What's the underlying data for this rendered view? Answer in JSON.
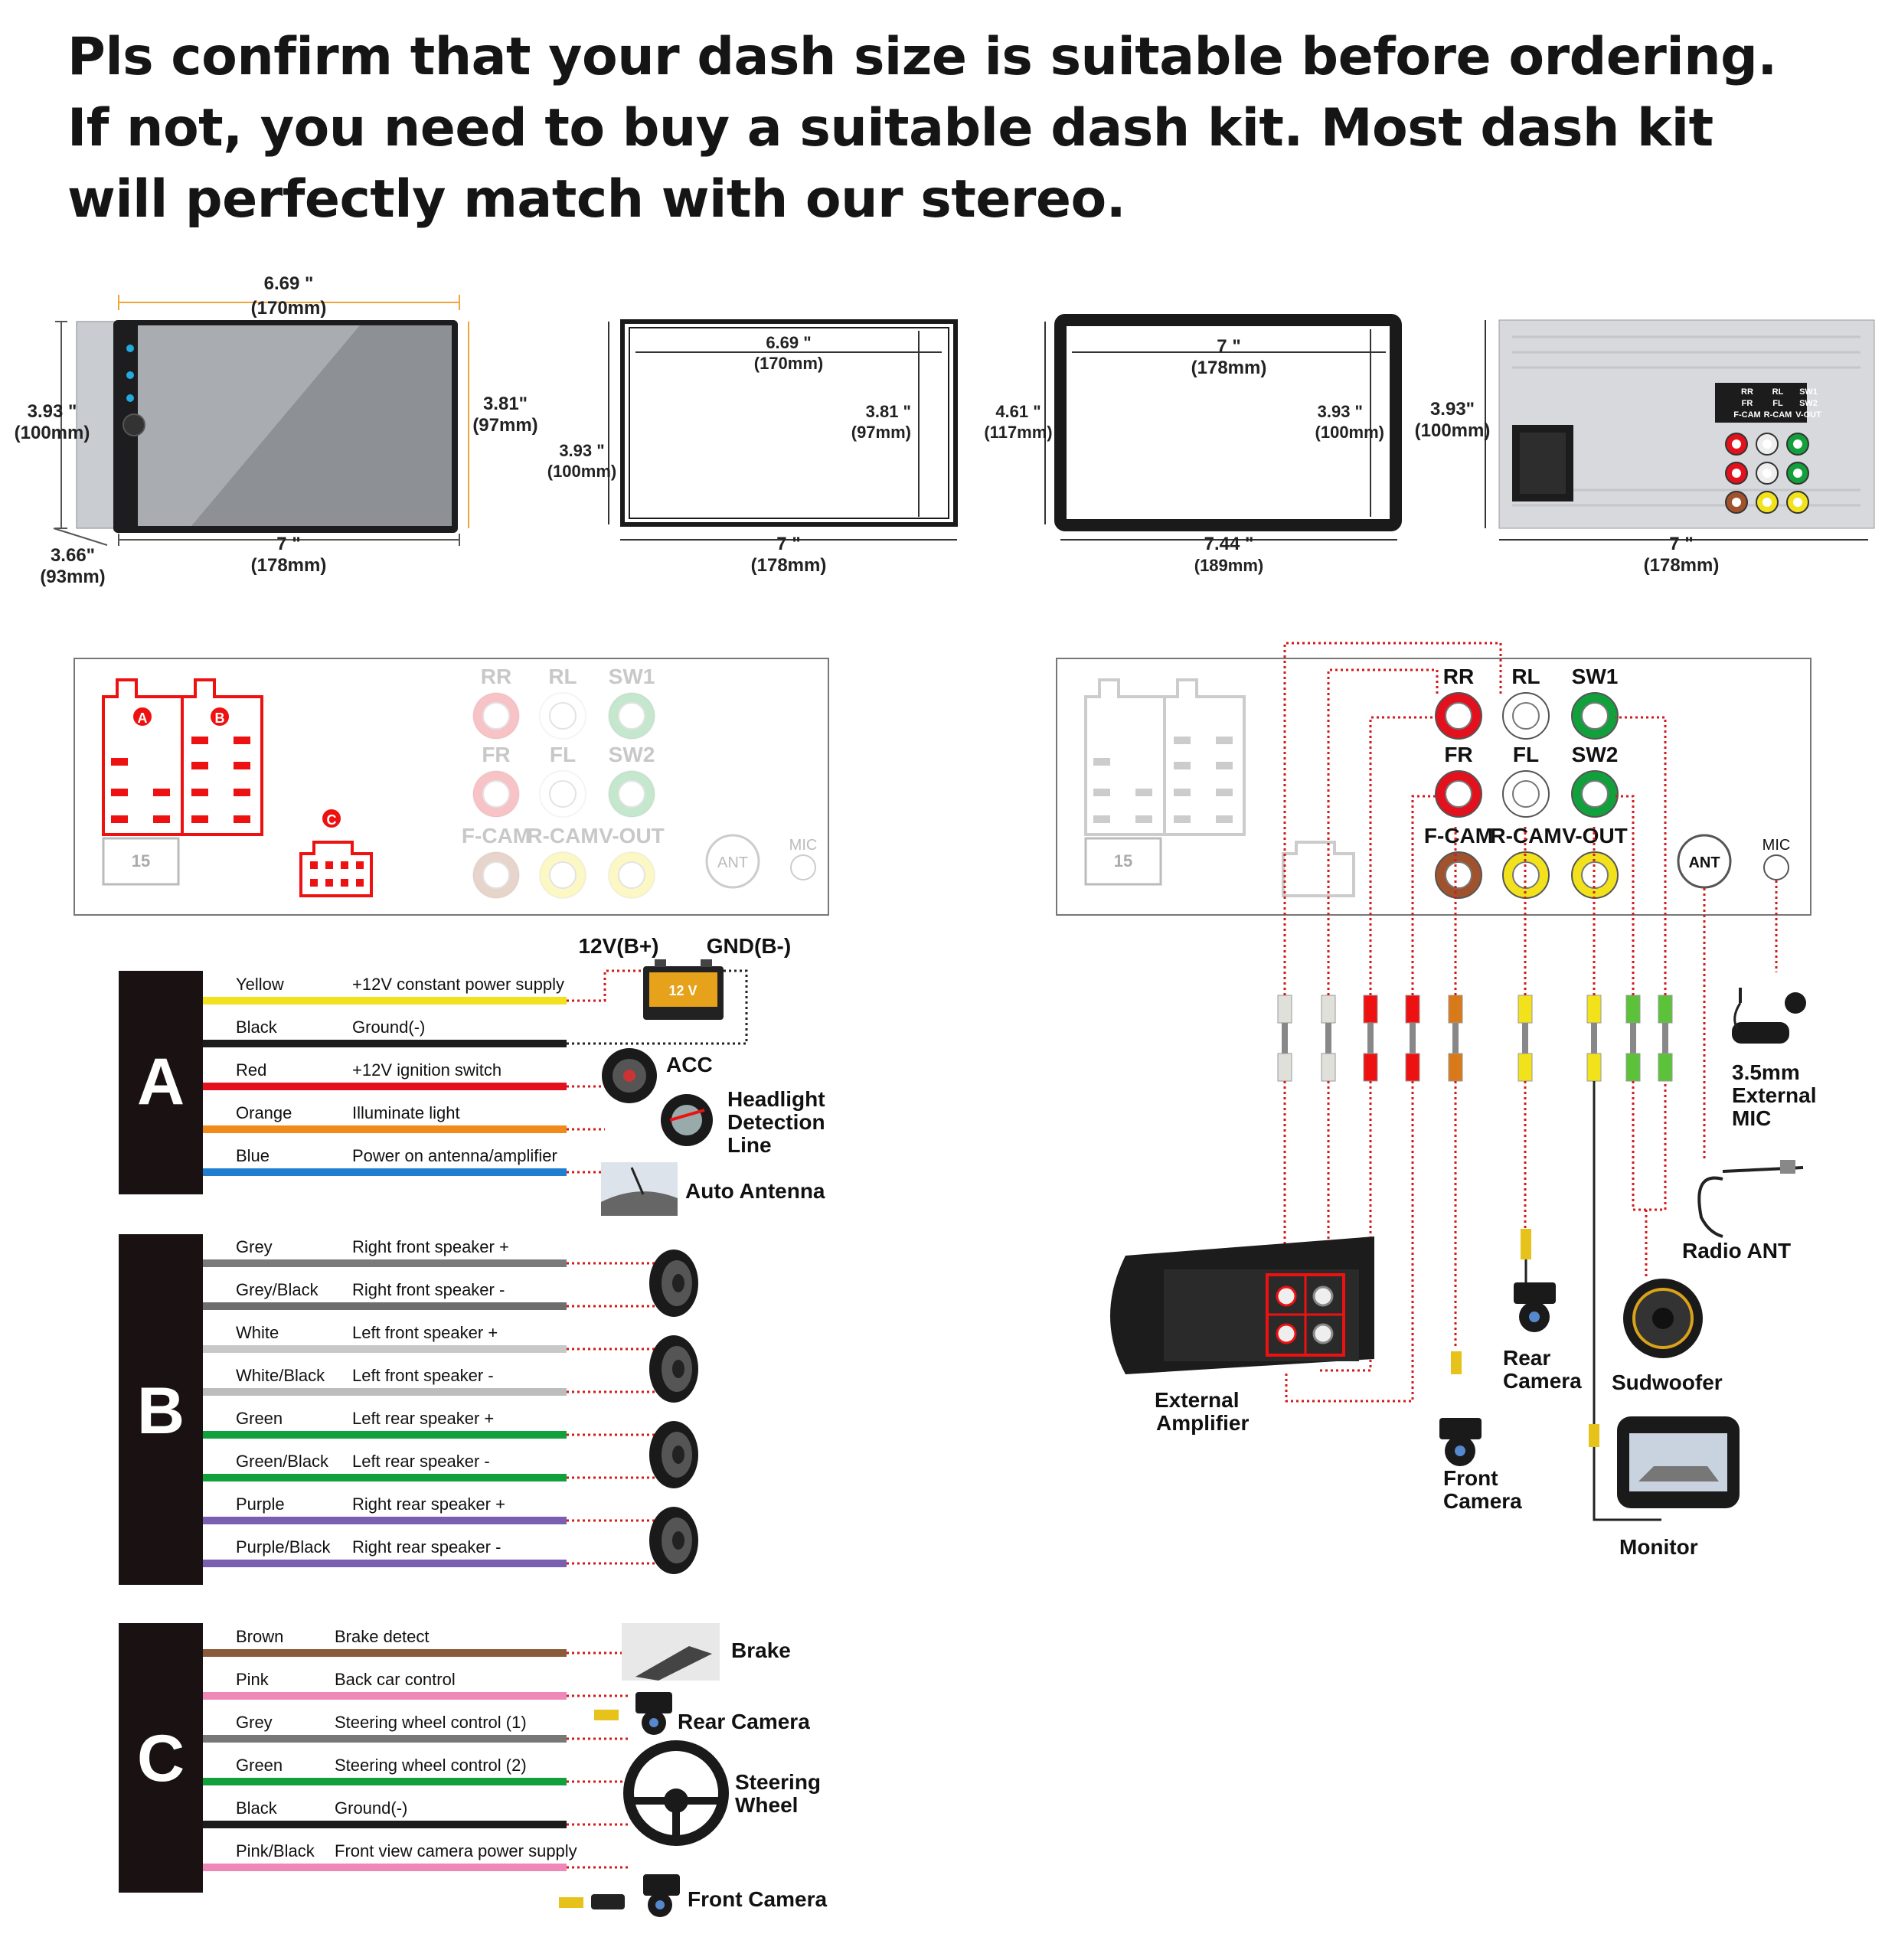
{
  "headline": "Pls confirm that your dash size is suitable before ordering. If not, you need to buy a suitable dash kit. Most dash kit will perfectly match with our stereo.",
  "dimensions": {
    "stereo": {
      "width_in": "6.69 \"",
      "width_mm": "(170mm)",
      "height_in": "3.93 \"",
      "height_mm": "(100mm)",
      "screen_h_in": "3.81\"",
      "screen_h_mm": "(97mm)",
      "bottom_in": "7 \"",
      "bottom_mm": "(178mm)",
      "depth_in": "3.66\"",
      "depth_mm": "(93mm)"
    },
    "frame1": {
      "inner_w_in": "6.69 \"",
      "inner_w_mm": "(170mm)",
      "inner_h_in": "3.81 \"",
      "inner_h_mm": "(97mm)",
      "outer_h_in": "3.93 \"",
      "outer_h_mm": "(100mm)",
      "outer_w_in": "7 \"",
      "outer_w_mm": "(178mm)"
    },
    "frame2": {
      "inner_w_in": "7 \"",
      "inner_w_mm": "(178mm)",
      "inner_h_in": "3.93 \"",
      "inner_h_mm": "(100mm)",
      "outer_h_in": "4.61 \"",
      "outer_h_mm": "(117mm)",
      "outer_w_in": "7.44 \"",
      "outer_w_mm": "(189mm)"
    },
    "back": {
      "height_in": "3.93\"",
      "height_mm": "(100mm)",
      "width_in": "7 \"",
      "width_mm": "(178mm)",
      "table": [
        "RR",
        "RL",
        "SW1",
        "FR",
        "FL",
        "SW2",
        "F-CAM",
        "R-CAM",
        "V-OUT"
      ]
    }
  },
  "panel": {
    "connector_a": "A",
    "connector_b": "B",
    "connector_c": "C",
    "fuse": "15",
    "rca_rows": [
      [
        "RR",
        "RL",
        "SW1"
      ],
      [
        "FR",
        "FL",
        "SW2"
      ],
      [
        "F-CAM",
        "R-CAM",
        "V-OUT"
      ]
    ],
    "ant": "ANT",
    "mic": "MIC"
  },
  "harness_a": {
    "letter": "A",
    "battery_pos": "12V(B+)",
    "battery_neg": "GND(B-)",
    "battery_label": "12 V",
    "wires": [
      {
        "color": "Yellow",
        "function": "+12V constant power supply",
        "hex": "#f2e21b"
      },
      {
        "color": "Black",
        "function": "Ground(-)",
        "hex": "#1c1c1c"
      },
      {
        "color": "Red",
        "function": "+12V ignition switch",
        "hex": "#e3101d"
      },
      {
        "color": "Orange",
        "function": "Illuminate light",
        "hex": "#f08a1a"
      },
      {
        "color": "Blue",
        "function": "Power on antenna/amplifier",
        "hex": "#1e7fd0"
      }
    ],
    "devices": [
      "ACC",
      "Headlight",
      "Detection",
      "Line",
      "Auto Antenna"
    ]
  },
  "harness_b": {
    "letter": "B",
    "wires": [
      {
        "color": "Grey",
        "function": "Right front speaker +",
        "hex": "#7a7a7a"
      },
      {
        "color": "Grey/Black",
        "function": "Right front speaker -",
        "hex": "#6d6d6d"
      },
      {
        "color": "White",
        "function": "Left front speaker +",
        "hex": "#c8c8c8"
      },
      {
        "color": "White/Black",
        "function": "Left front speaker -",
        "hex": "#bdbdbd"
      },
      {
        "color": "Green",
        "function": "Left rear speaker +",
        "hex": "#12a03c"
      },
      {
        "color": "Green/Black",
        "function": "Left rear speaker -",
        "hex": "#12a03c"
      },
      {
        "color": "Purple",
        "function": "Right rear speaker +",
        "hex": "#7a5fb0"
      },
      {
        "color": "Purple/Black",
        "function": "Right rear speaker -",
        "hex": "#7a5fb0"
      }
    ]
  },
  "harness_c": {
    "letter": "C",
    "wires": [
      {
        "color": "Brown",
        "function": "Brake detect",
        "hex": "#8a5a3a"
      },
      {
        "color": "Pink",
        "function": "Back car control",
        "hex": "#ee88b8"
      },
      {
        "color": "Grey",
        "function": "Steering wheel control (1)",
        "hex": "#777777"
      },
      {
        "color": "Green",
        "function": "Steering wheel control (2)",
        "hex": "#12a03c"
      },
      {
        "color": "Black",
        "function": "Ground(-)",
        "hex": "#1c1c1c"
      },
      {
        "color": "Pink/Black",
        "function": "Front view camera power supply",
        "hex": "#ee88b8"
      }
    ],
    "devices": [
      "Brake",
      "Rear Camera",
      "Steering",
      "Wheel",
      "Front Camera"
    ]
  },
  "right_devices": {
    "mic": [
      "3.5mm",
      "External",
      "MIC"
    ],
    "radio_ant": "Radio ANT",
    "amplifier": [
      "External",
      "Amplifier"
    ],
    "rear_camera": [
      "Rear",
      "Camera"
    ],
    "subwoofer": "Sudwoofer",
    "front_camera": [
      "Front",
      "Camera"
    ],
    "monitor": "Monitor"
  },
  "colors": {
    "red": "#e3101d",
    "green": "#12a03c",
    "yellow": "#f2e21b",
    "brown": "#a0522d",
    "dotted": "#d21a1a"
  }
}
